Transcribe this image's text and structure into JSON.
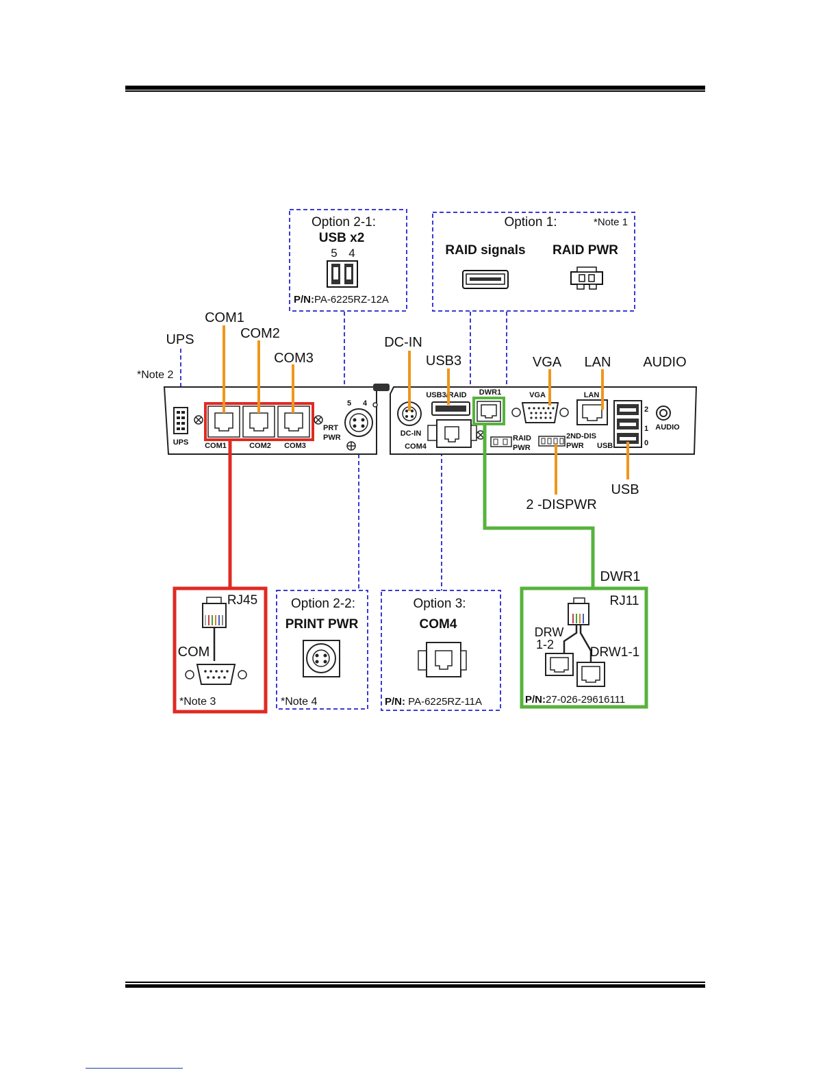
{
  "options": {
    "opt21": {
      "title": "Option 2-1:",
      "name": "USB x2",
      "ports": [
        "5",
        "4"
      ],
      "pn_label": "P/N:",
      "pn": "PA-6225RZ-12A"
    },
    "opt1": {
      "title": "Option 1:",
      "note": "*Note 1",
      "item1": "RAID signals",
      "item2": "RAID PWR"
    },
    "opt22": {
      "title": "Option 2-2:",
      "name": "PRINT PWR",
      "note": "*Note 4"
    },
    "opt3": {
      "title": "Option 3:",
      "name": "COM4",
      "pn_label": "P/N:",
      "pn": "PA-6225RZ-11A"
    }
  },
  "callouts": {
    "ups": "UPS",
    "note2": "*Note 2",
    "com1": "COM1",
    "com2": "COM2",
    "com3": "COM3",
    "dcin": "DC-IN",
    "usb3": "USB3",
    "vga": "VGA",
    "lan": "LAN",
    "audio": "AUDIO",
    "usb": "USB",
    "dispwr": "2 -DISPWR",
    "dwr1": "DWR1"
  },
  "panel": {
    "ups": "UPS",
    "com1": "COM1",
    "com2": "COM2",
    "com3": "COM3",
    "prt1": "PRT",
    "prt2": "PWR",
    "prt_pin5": "5",
    "prt_pin4": "4",
    "dcin": "DC-IN",
    "com4": "COM4",
    "usb3raid": "USB3/RAID",
    "dwr1": "DWR1",
    "raid1": "RAID",
    "raid2": "PWR",
    "vga": "VGA",
    "disp1": "2ND-DIS",
    "disp2": "PWR",
    "lan": "LAN",
    "usb": "USB",
    "usb2": "2",
    "usb1": "1",
    "usb0": "0",
    "audio": "AUDIO"
  },
  "bottom": {
    "com": {
      "rj": "RJ45",
      "label": "COM",
      "note": "*Note 3"
    },
    "dwr": {
      "rj": "RJ11",
      "drw12a": "DRW",
      "drw12b": "1-2",
      "drw11": "DRW1-1",
      "pn_label": "P/N:",
      "pn": "27-026-29616111"
    }
  },
  "colors": {
    "orange": "#f0961c",
    "red": "#e02a22",
    "green": "#56b33c",
    "blue": "#3a3ad0"
  }
}
